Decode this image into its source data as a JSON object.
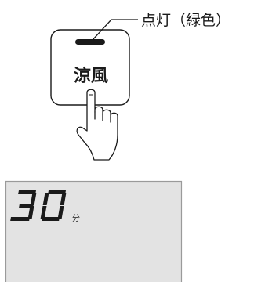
{
  "button": {
    "label": "涼風",
    "icon": "press-hand-icon",
    "indicator_color": "#1a1a1a"
  },
  "callout": {
    "text": "点灯（緑色）"
  },
  "lcd": {
    "digits": [
      "3",
      "0"
    ],
    "unit": "分",
    "background": "#e3e3e3",
    "border": "#9a9a9a"
  }
}
